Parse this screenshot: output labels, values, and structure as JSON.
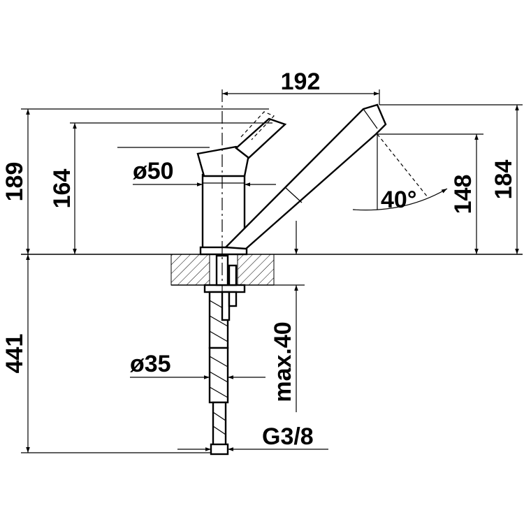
{
  "dimensions": {
    "width_top": "192",
    "height_total_left": "189",
    "height_handle": "164",
    "body_diameter": "ø50",
    "angle": "40°",
    "spout_height_148": "148",
    "spout_height_184": "184",
    "below_counter": "441",
    "shank_diameter": "ø35",
    "max_thickness": "max.40",
    "thread": "G3/8"
  },
  "colors": {
    "ink": "#000000",
    "paper": "#ffffff"
  }
}
